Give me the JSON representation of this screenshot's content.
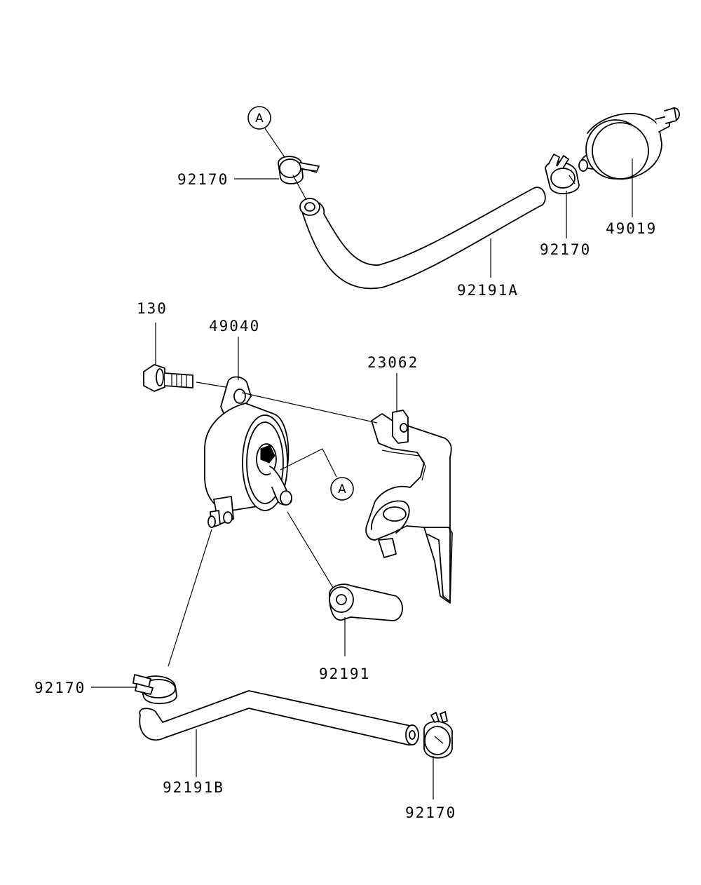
{
  "diagram": {
    "labels": {
      "clamp_a_top": "92170",
      "filter": "49019",
      "clamp_filter": "92170",
      "hose_a": "92191A",
      "bolt": "130",
      "pump": "49040",
      "bracket": "23062",
      "hose_short": "92191",
      "clamp_lower_left": "92170",
      "hose_b": "92191B",
      "clamp_lower_right": "92170"
    },
    "callouts": {
      "top": "A",
      "middle": "A"
    }
  }
}
